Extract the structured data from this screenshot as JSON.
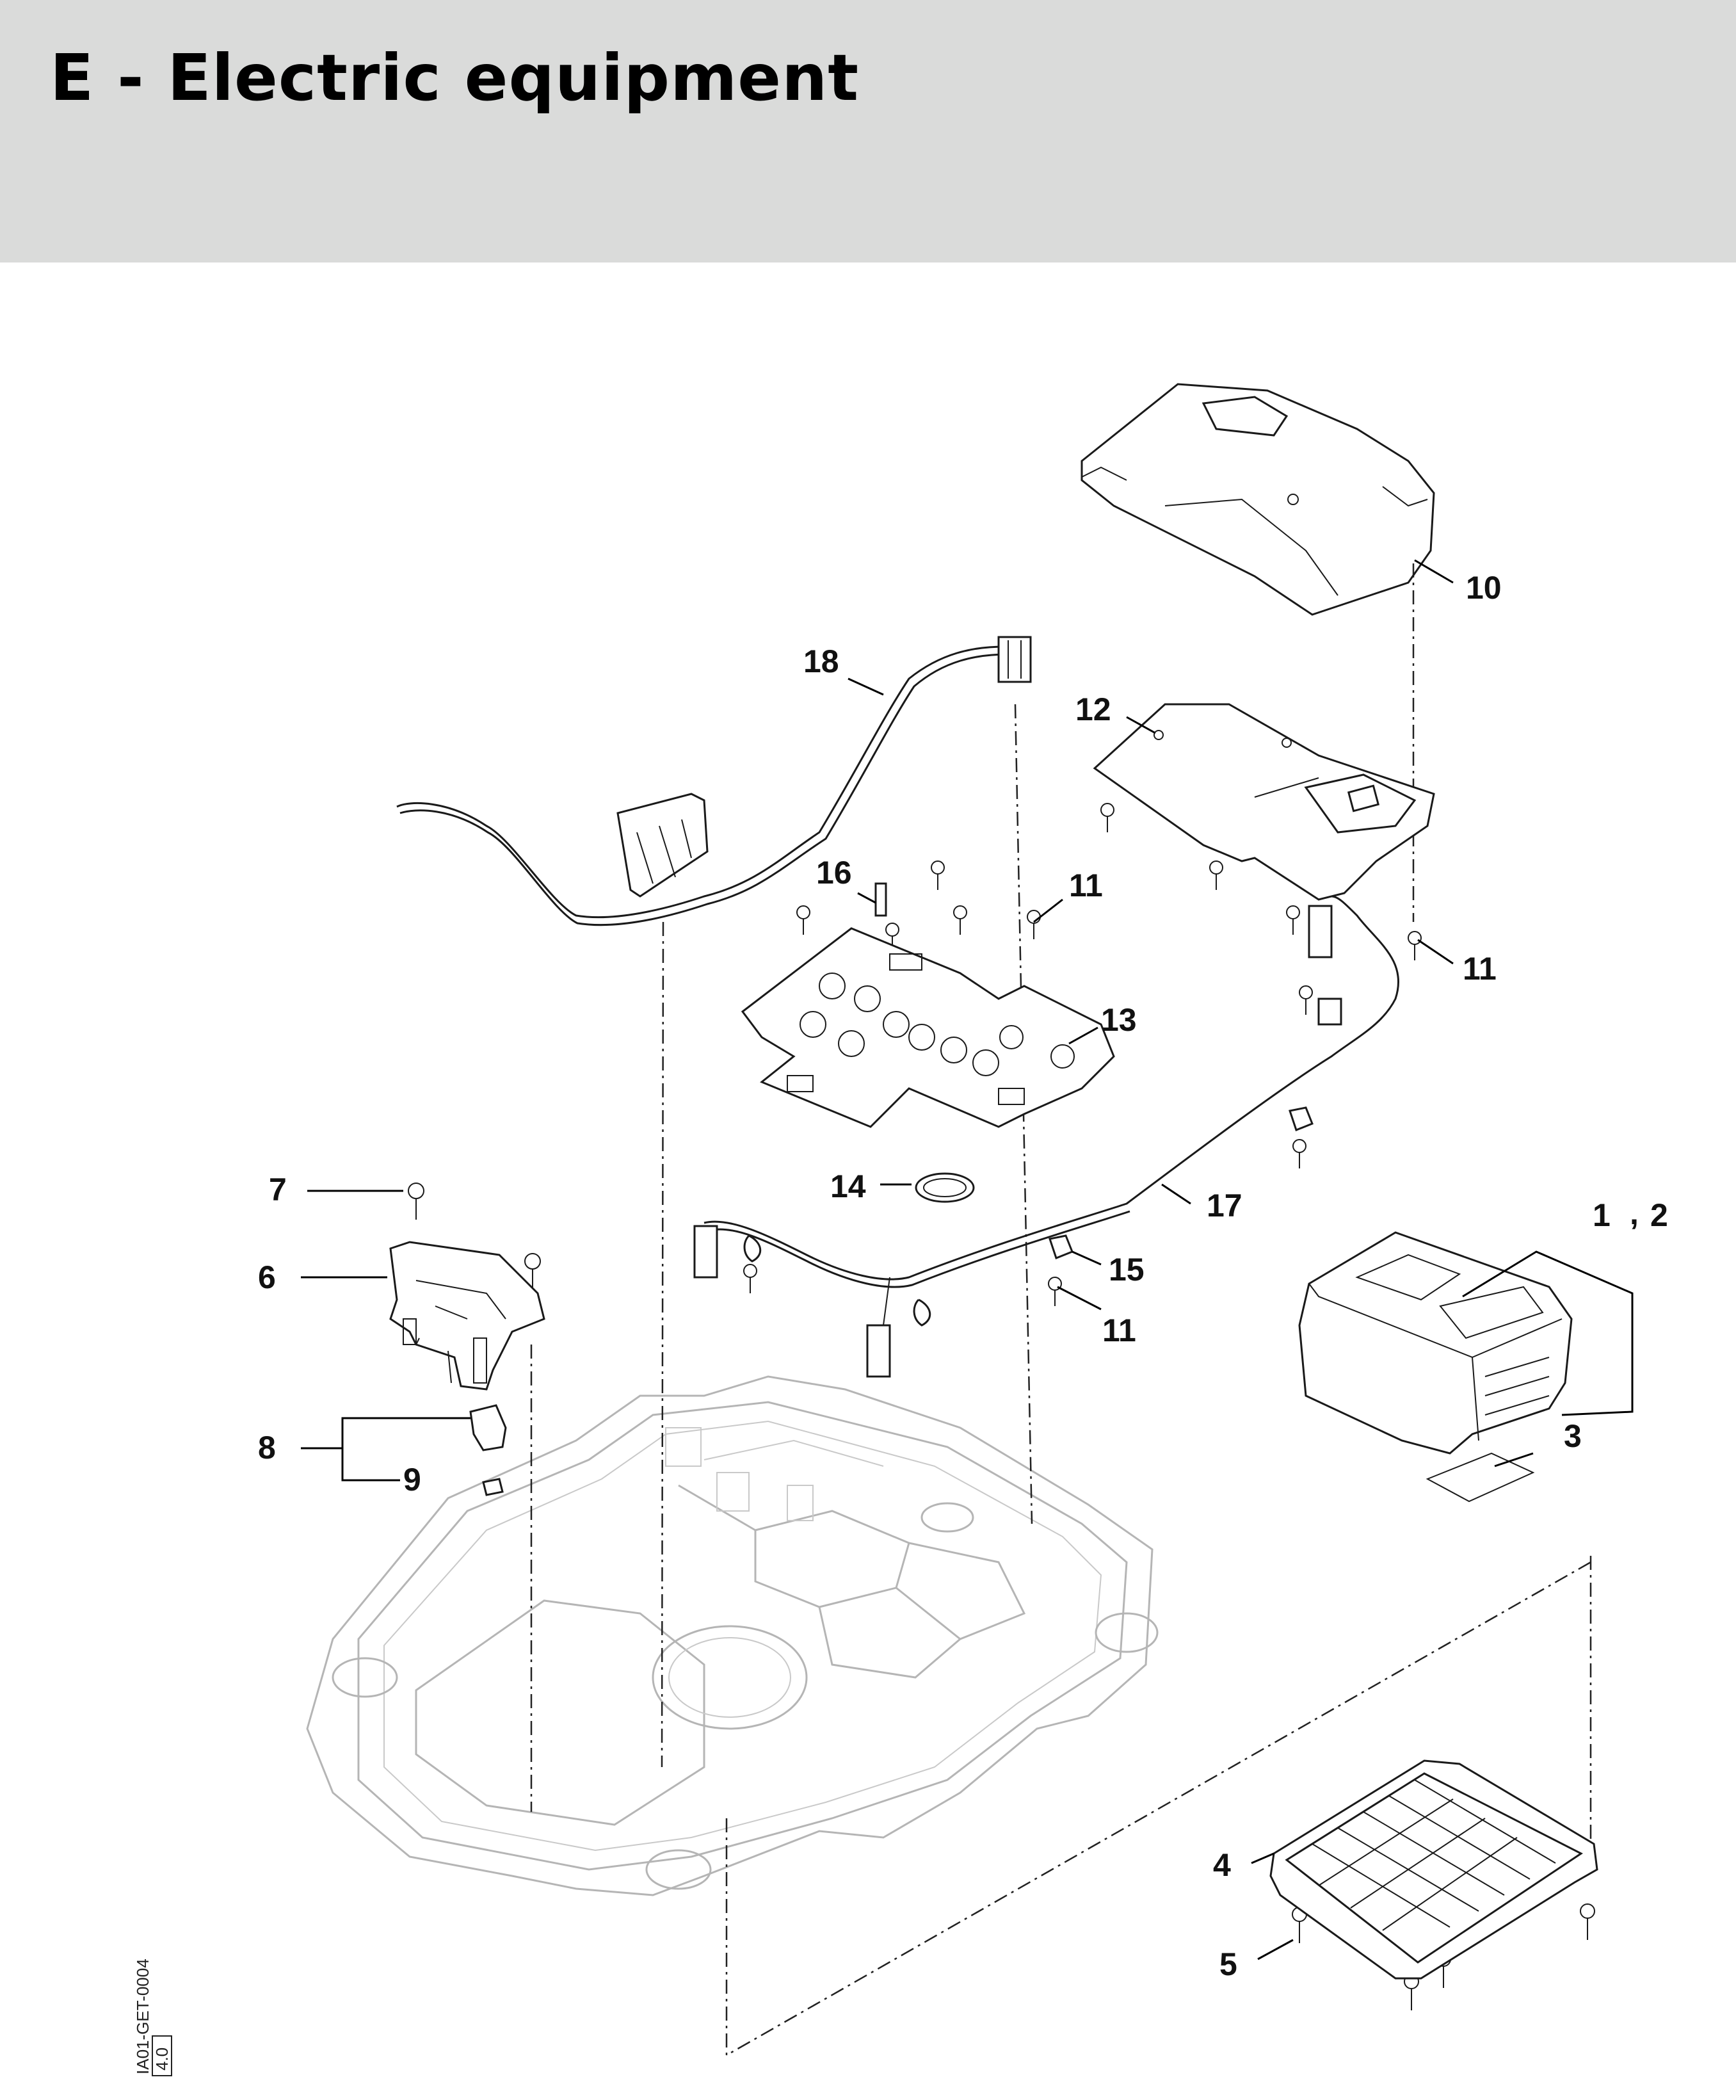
{
  "page": {
    "title": "E - Electric equipment"
  },
  "diagram": {
    "drawing_code": "IA01-GET-0004",
    "revision": "4.0",
    "callouts": {
      "c1": "1",
      "c2": "2",
      "c3": "3",
      "c4": "4",
      "c5": "5",
      "c6": "6",
      "c7": "7",
      "c8": "8",
      "c9": "9",
      "c10": "10",
      "c11a": "11",
      "c11b": "11",
      "c11c": "11",
      "c12": "12",
      "c13": "13",
      "c14": "14",
      "c15": "15",
      "c16": "16",
      "c17": "17",
      "c18": "18"
    },
    "separator": ","
  }
}
